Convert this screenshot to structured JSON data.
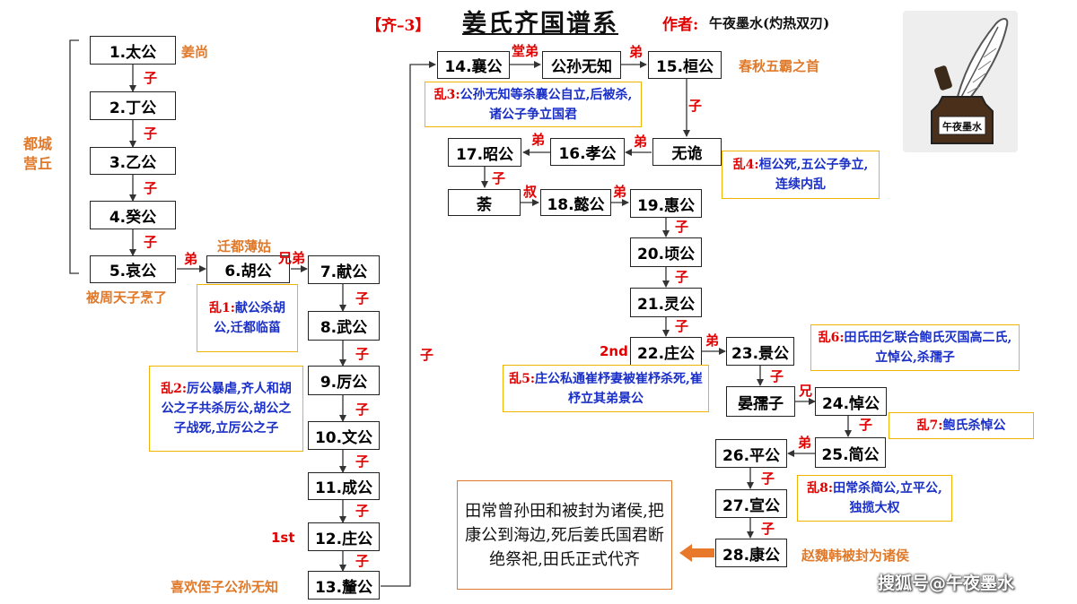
{
  "header": {
    "tag": "【齐–3】",
    "title": "姜氏齐国谱系",
    "author_label": "作者:",
    "author_value": "午夜墨水(灼热双刃)"
  },
  "logo": {
    "text": "午夜墨水",
    "icon": "ink-bottle-quill-icon"
  },
  "capital": "都城营丘",
  "rulers": [
    {
      "id": "r1",
      "label": "1.太公"
    },
    {
      "id": "r2",
      "label": "2.丁公"
    },
    {
      "id": "r3",
      "label": "3.乙公"
    },
    {
      "id": "r4",
      "label": "4.癸公"
    },
    {
      "id": "r5",
      "label": "5.哀公"
    },
    {
      "id": "r6",
      "label": "6.胡公"
    },
    {
      "id": "r7",
      "label": "7.献公"
    },
    {
      "id": "r8",
      "label": "8.武公"
    },
    {
      "id": "r9",
      "label": "9.厉公"
    },
    {
      "id": "r10",
      "label": "10.文公"
    },
    {
      "id": "r11",
      "label": "11.成公"
    },
    {
      "id": "r12",
      "label": "12.庄公"
    },
    {
      "id": "r13",
      "label": "13.釐公"
    },
    {
      "id": "r14",
      "label": "14.襄公"
    },
    {
      "id": "wuzhi",
      "label": "公孙无知"
    },
    {
      "id": "r15",
      "label": "15.桓公"
    },
    {
      "id": "wukui",
      "label": "无诡"
    },
    {
      "id": "r16",
      "label": "16.孝公"
    },
    {
      "id": "r17",
      "label": "17.昭公"
    },
    {
      "id": "tu",
      "label": "荼"
    },
    {
      "id": "r18",
      "label": "18.懿公"
    },
    {
      "id": "r19",
      "label": "19.惠公"
    },
    {
      "id": "r20",
      "label": "20.顷公"
    },
    {
      "id": "r21",
      "label": "21.灵公"
    },
    {
      "id": "r22",
      "label": "22.庄公"
    },
    {
      "id": "r23",
      "label": "23.景公"
    },
    {
      "id": "yanruzi",
      "label": "晏孺子"
    },
    {
      "id": "r24",
      "label": "24.悼公"
    },
    {
      "id": "r25",
      "label": "25.简公"
    },
    {
      "id": "r26",
      "label": "26.平公"
    },
    {
      "id": "r27",
      "label": "27.宣公"
    },
    {
      "id": "r28",
      "label": "28.康公"
    }
  ],
  "relations": {
    "zi": "子",
    "di": "弟",
    "xiongdi": "兄弟",
    "tangdi": "堂弟",
    "shu": "叔",
    "xiong": "兄"
  },
  "ordinals": {
    "first": "1st",
    "second": "2nd"
  },
  "notes": {
    "jiangshang": "姜尚",
    "qiandu": "迁都薄姑",
    "beizhou": "被周天子烹了",
    "xihuan": "喜欢侄子公孙无知",
    "chunqiu": "春秋五霸之首",
    "zhaowei": "赵魏韩被封为诸侯"
  },
  "luan": [
    {
      "id": "luan1",
      "title": "乱1:",
      "text": "献公杀胡公,迁都临菑"
    },
    {
      "id": "luan2",
      "title": "乱2:",
      "text": "厉公暴虐,齐人和胡公之子共杀厉公,胡公之子战死,立厉公之子"
    },
    {
      "id": "luan3",
      "title": "乱3:",
      "text": "公孙无知等杀襄公自立,后被杀,诸公子争立国君"
    },
    {
      "id": "luan4",
      "title": "乱4:",
      "text": "桓公死,五公子争立,连续内乱"
    },
    {
      "id": "luan5",
      "title": "乱5:",
      "text": "庄公私通崔杼妻被崔杼杀死,崔杼立其弟景公"
    },
    {
      "id": "luan6",
      "title": "乱6:",
      "text": "田氏田乞联合鲍氏灭国高二氏,立悼公,杀孺子"
    },
    {
      "id": "luan7",
      "title": "乱7:",
      "text": "鲍氏杀悼公"
    },
    {
      "id": "luan8",
      "title": "乱8:",
      "text": "田常杀简公,立平公,独揽大权"
    }
  ],
  "ending": "田常曾孙田和被封为诸侯,把康公到海边,死后姜氏国君断绝祭祀,田氏正式代齐",
  "watermark": "搜狐号@午夜墨水",
  "colors": {
    "relation_red": "#e00000",
    "note_orange": "#e07a2a",
    "luan_blue": "#1a2fc8",
    "luan_border": "#f0b400"
  }
}
